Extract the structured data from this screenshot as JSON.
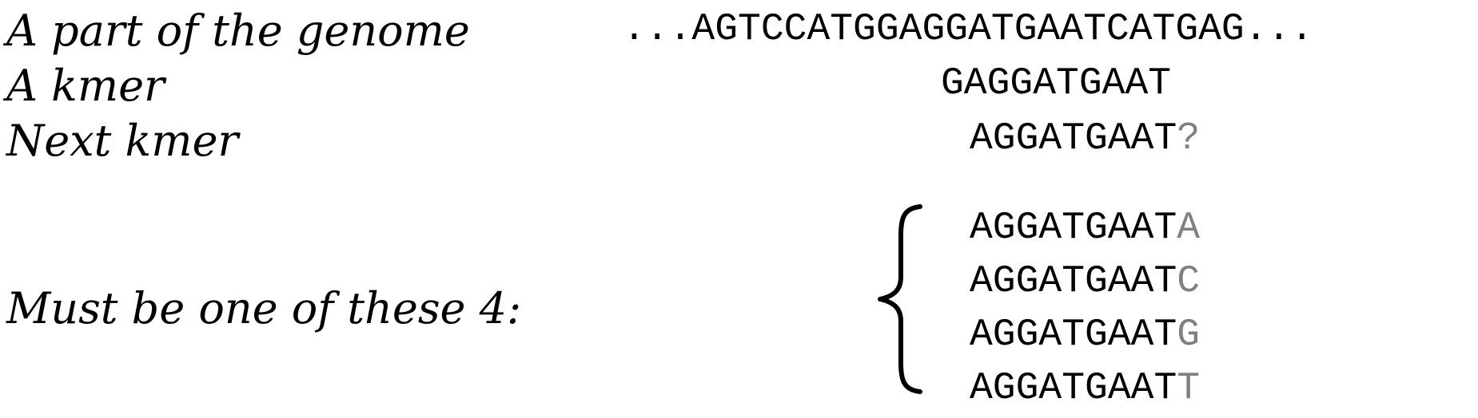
{
  "labels": {
    "genome": "A part of the genome",
    "kmer": "A kmer",
    "next": "Next kmer",
    "options": "Must be one of these 4:"
  },
  "genome": {
    "left_ellipsis": "...",
    "sequence": "AGTCCATGGAGGATGAATCATGAG",
    "right_ellipsis": "..."
  },
  "kmer": "GAGGATGAAT",
  "next_kmer": {
    "prefix": "AGGATGAAT",
    "unknown": "?"
  },
  "candidates": [
    {
      "prefix": "AGGATGAAT",
      "base": "A"
    },
    {
      "prefix": "AGGATGAAT",
      "base": "C"
    },
    {
      "prefix": "AGGATGAAT",
      "base": "G"
    },
    {
      "prefix": "AGGATGAAT",
      "base": "T"
    }
  ],
  "colors": {
    "text": "#000000",
    "highlight": "#808080"
  }
}
